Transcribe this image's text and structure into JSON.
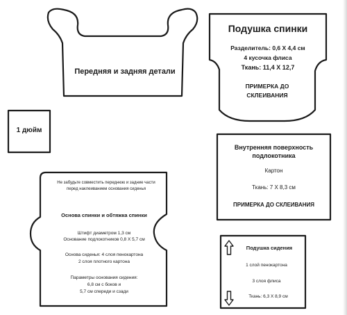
{
  "front_back": {
    "label": "Передняя и задняя детали"
  },
  "back_cushion": {
    "title": "Подушка спинки",
    "line1": "Разделитель: 0,6 Х 4,4 см",
    "line2": "4 кусочка флиса",
    "line3": "Ткань: 11,4 Х 12,7",
    "note": "ПРИМЕРКА ДО СКЛЕИВАНИЯ"
  },
  "inch": {
    "label": "1 дюйм"
  },
  "armrest": {
    "title": "Внутренняя поверхность подлокотника",
    "material": "Картон",
    "fabric": "Ткань: 7 Х 8,3 см",
    "note": "ПРИМЕРКА ДО СКЛЕИВАНИЯ"
  },
  "base_piece": {
    "reminder": "Не забудьте совместить переднюю и задние части перед наклеиванием основания сиденья",
    "heading": "Основа спинки и обтяжка спинки",
    "dowel": "Штифт диаметром 1,3 см",
    "legs_base": "Основание подлокотников 0,8 Х 5,7 см",
    "seat_base1": "Основа сиденья: 4 слоя пенокартона",
    "seat_base2": "2 слоя плотного картона",
    "params1": "Параметры основания сидения:",
    "params2": "6,8 см с боков и",
    "params3": "5,7 см спереди и сзади"
  },
  "seat_cushion": {
    "title": "Подушка сидения",
    "line1": "1 слой пенокартона",
    "line2": "3 слоя флиса",
    "line3": "Ткань: 6,3 Х 8,9 см"
  }
}
